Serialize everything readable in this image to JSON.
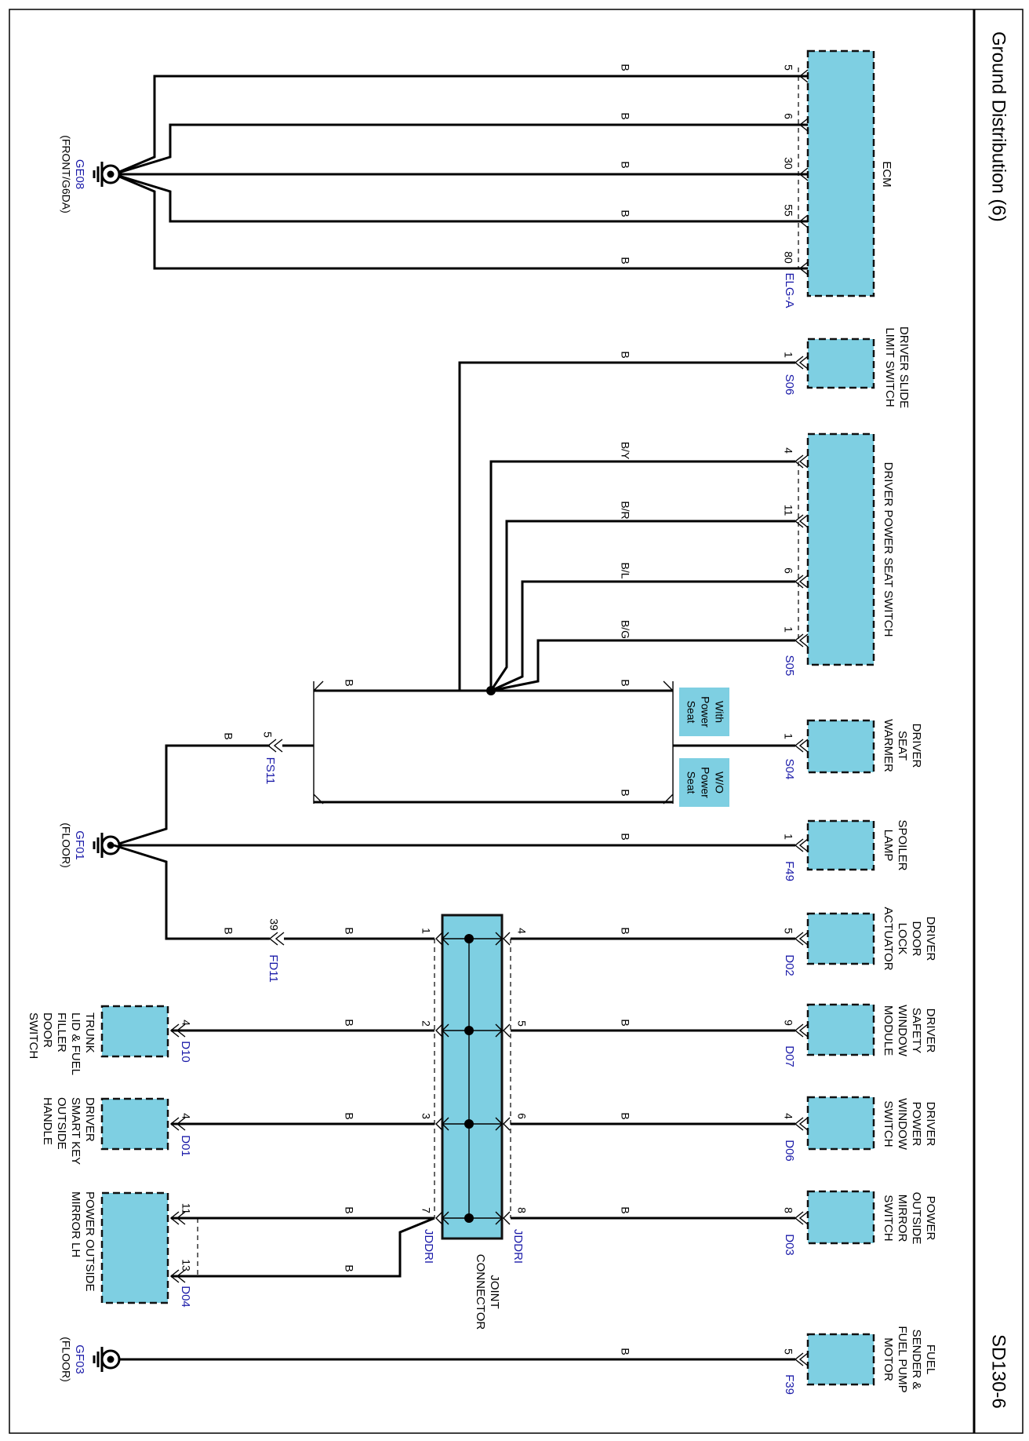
{
  "title": "Ground Distribution (6)",
  "code": "SD130-6",
  "components": {
    "ecm": "ECM",
    "ecm_connector": "ELG-A",
    "slide_limit": [
      "DRIVER SLIDE",
      "LIMIT SWITCH"
    ],
    "slide_limit_connector": "S06",
    "power_seat_switch": "DRIVER POWER SEAT SWITCH",
    "power_seat_switch_connector": "S05",
    "seat_warmer": [
      "DRIVER",
      "SEAT",
      "WARMER"
    ],
    "seat_warmer_connector": "S04",
    "spoiler": [
      "SPOILER",
      "LAMP"
    ],
    "spoiler_connector": "F49",
    "door_lock": [
      "DRIVER",
      "DOOR",
      "LOCK",
      "ACTUATOR"
    ],
    "door_lock_connector": "D02",
    "safety_window": [
      "DRIVER",
      "SAFETY",
      "WINDOW",
      "MODULE"
    ],
    "safety_window_connector": "D07",
    "window_switch": [
      "DRIVER",
      "POWER",
      "WINDOW",
      "SWITCH"
    ],
    "window_switch_connector": "D06",
    "mirror_switch": [
      "POWER",
      "OUTSIDE",
      "MIRROR",
      "SWITCH"
    ],
    "mirror_switch_connector": "D03",
    "fuel_sender": [
      "FUEL",
      "SENDER &",
      "FUEL PUMP",
      "MOTOR"
    ],
    "fuel_sender_connector": "F39",
    "trunk_switch": [
      "TRUNK",
      "LID & FUEL",
      "FILLER",
      "DOOR",
      "SWITCH"
    ],
    "trunk_switch_connector": "D10",
    "smart_key": [
      "DRIVER",
      "SMART KEY",
      "OUTSIDE",
      "HANDLE"
    ],
    "smart_key_connector": "D01",
    "mirror_lh": [
      "POWER OUTSIDE",
      "MIRROR LH"
    ],
    "mirror_lh_connector": "D04",
    "joint_connector": [
      "JOINT",
      "CONNECTOR"
    ],
    "joint_connector_code": "JDDRI"
  },
  "grounds": {
    "ge08": {
      "id": "GE08",
      "location": "(FRONT/G6DA)"
    },
    "gf01": {
      "id": "GF01",
      "location": "(FLOOR)"
    },
    "gf03": {
      "id": "GF03",
      "location": "(FLOOR)"
    }
  },
  "connectors": {
    "fs11": "FS11",
    "fd11": "FD11"
  },
  "options": {
    "with_power_seat": [
      "With",
      "Power",
      "Seat"
    ],
    "without_power_seat": [
      "W/O",
      "Power",
      "Seat"
    ]
  },
  "pins": {
    "ecm": [
      "5",
      "6",
      "30",
      "55",
      "80"
    ],
    "slide_limit": "1",
    "power_seat_switch": [
      "4",
      "11",
      "6",
      "1"
    ],
    "seat_warmer": "1",
    "spoiler": "1",
    "door_lock": "5",
    "safety_window": "9",
    "window_switch": "4",
    "mirror_switch": "8",
    "fuel_sender": "5",
    "fs11": "5",
    "fd11": "39",
    "jc_left": [
      "1",
      "2",
      "3",
      "7"
    ],
    "jc_right": [
      "4",
      "5",
      "6",
      "8"
    ],
    "trunk_switch": "4",
    "smart_key": "4",
    "mirror_lh": [
      "11",
      "13"
    ]
  },
  "wire_colors": {
    "ground": "B",
    "seat_switch": [
      "B/Y",
      "B/R",
      "B/L",
      "B/G"
    ]
  },
  "colors": {
    "component_fill": "#7ecfe2",
    "connector_text": "#1a1aa8"
  }
}
